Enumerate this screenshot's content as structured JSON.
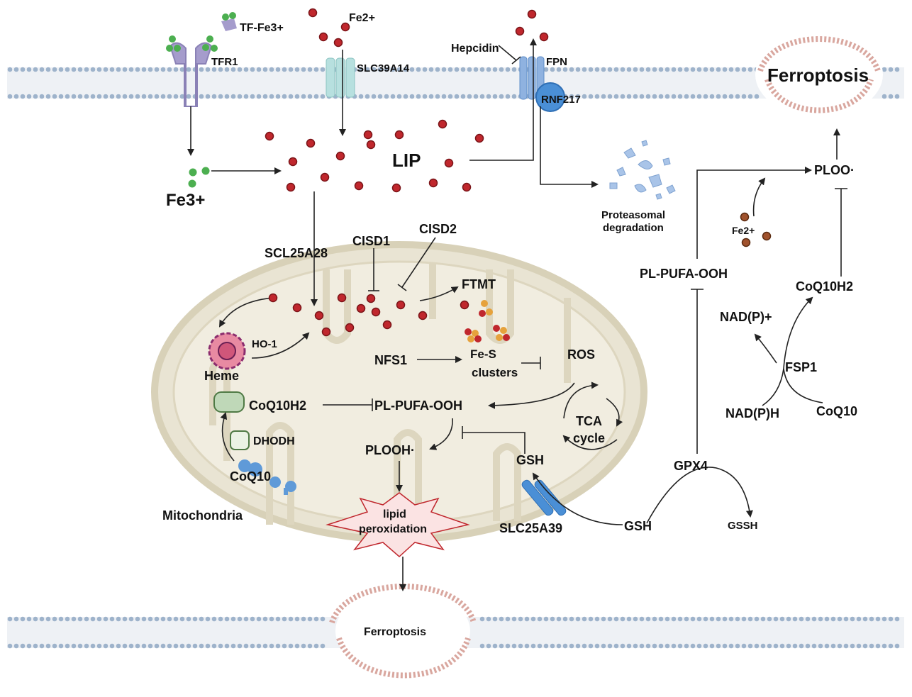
{
  "colors": {
    "iron": "#c0272d",
    "fe3": "#4caf50",
    "membrane": "#8fa6c0",
    "mito": "#e9e4d3",
    "mito_edge": "#d8d1b8",
    "ferroptosis": "#c98f86",
    "blue": "#4a8fd6",
    "lavender": "#a59ccc"
  },
  "labels": {
    "tf_fe3": "TF-Fe3+",
    "fe2_top": "Fe2+",
    "tfr1": "TFR1",
    "slc39a14": "SLC39A14",
    "hepcidin": "Hepcidin",
    "fpn": "FPN",
    "rnf217": "RNF217",
    "ferroptosis_top": "Ferroptosis",
    "lip": "LIP",
    "fe3": "Fe3+",
    "proteasomal_1": "Proteasomal",
    "proteasomal_2": "degradation",
    "ploo": "PLOO·",
    "fe2_right": "Fe2+",
    "scl25a28": "SCL25A28",
    "cisd1": "CISD1",
    "cisd2": "CISD2",
    "ftmt": "FTMT",
    "ho1": "HO-1",
    "heme": "Heme",
    "nfs1": "NFS1",
    "fes_1": "Fe-S",
    "fes_2": "clusters",
    "ros": "ROS",
    "coq10h2_mito": "CoQ10H2",
    "plpufaooh_mito": "PL-PUFA-OOH",
    "tca_1": "TCA",
    "tca_2": "cycle",
    "dhodh": "DHODH",
    "plooh": "PLOOH·",
    "gsh_mito": "GSH",
    "coq10_mito": "CoQ10",
    "mitochondria": "Mitochondria",
    "lipid_1": "lipid",
    "lipid_2": "peroxidation",
    "slc25a39": "SLC25A39",
    "plpufaooh_right": "PL-PUFA-OOH",
    "coq10h2_right": "CoQ10H2",
    "nadp_plus": "NAD(P)+",
    "fsp1": "FSP1",
    "nadph": "NAD(P)H",
    "coq10_right": "CoQ10",
    "gpx4": "GPX4",
    "gsh_right": "GSH",
    "gssh": "GSSH",
    "ferroptosis_bottom": "Ferroptosis"
  }
}
